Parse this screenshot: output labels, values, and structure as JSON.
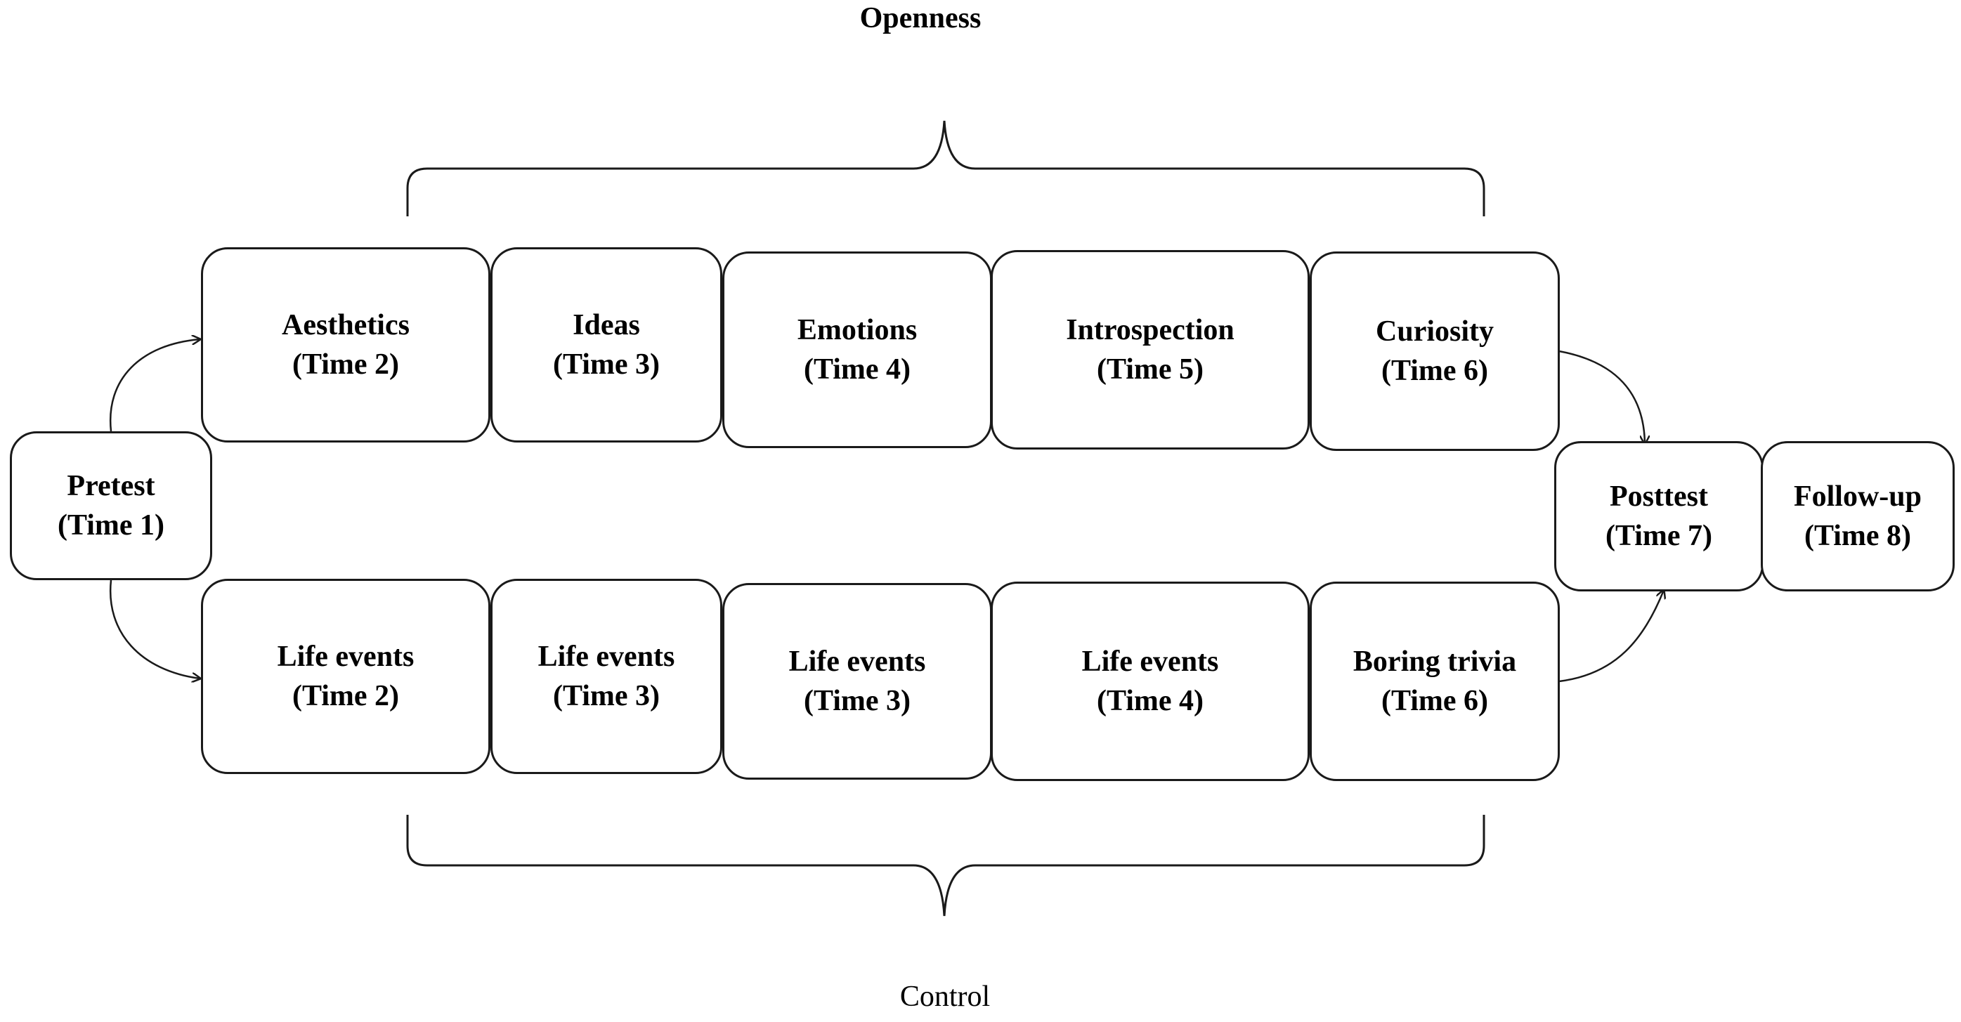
{
  "groups": {
    "openness_label": "Openness",
    "control_label": "Control"
  },
  "pretest": {
    "line1": "Pretest",
    "line2": "(Time 1)"
  },
  "openness_steps": [
    {
      "line1": "Aesthetics",
      "line2": "(Time 2)"
    },
    {
      "line1": "Ideas",
      "line2": "(Time 3)"
    },
    {
      "line1": "Emotions",
      "line2": "(Time 4)"
    },
    {
      "line1": "Introspection",
      "line2": "(Time 5)"
    },
    {
      "line1": "Curiosity",
      "line2": "(Time 6)"
    }
  ],
  "control_steps": [
    {
      "line1": "Life events",
      "line2": "(Time 2)"
    },
    {
      "line1": "Life events",
      "line2": "(Time 3)"
    },
    {
      "line1": "Life events",
      "line2": "(Time 3)"
    },
    {
      "line1": "Life events",
      "line2": "(Time 4)"
    },
    {
      "line1": "Boring trivia",
      "line2": "(Time 6)"
    }
  ],
  "posttest": {
    "line1": "Posttest",
    "line2": "(Time 7)"
  },
  "followup": {
    "line1": "Follow-up",
    "line2": "(Time 8)"
  }
}
